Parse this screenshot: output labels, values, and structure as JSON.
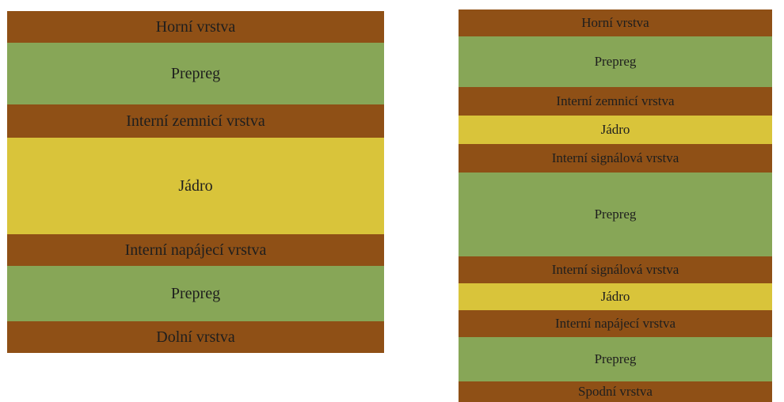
{
  "colors": {
    "copper": "#8f5016",
    "prepreg": "#87a657",
    "core": "#d9c43a"
  },
  "left_stack": {
    "layers": [
      {
        "label": "Horní vrstva",
        "material": "copper"
      },
      {
        "label": "Prepreg",
        "material": "prepreg"
      },
      {
        "label": "Interní zemnicí vrstva",
        "material": "copper"
      },
      {
        "label": "Jádro",
        "material": "core"
      },
      {
        "label": "Interní napájecí vrstva",
        "material": "copper"
      },
      {
        "label": "Prepreg",
        "material": "prepreg"
      },
      {
        "label": "Dolní vrstva",
        "material": "copper"
      }
    ]
  },
  "right_stack": {
    "layers": [
      {
        "label": "Horní vrstva",
        "material": "copper"
      },
      {
        "label": "Prepreg",
        "material": "prepreg"
      },
      {
        "label": "Interní zemnicí vrstva",
        "material": "copper"
      },
      {
        "label": "Jádro",
        "material": "core"
      },
      {
        "label": "Interní signálová vrstva",
        "material": "copper"
      },
      {
        "label": "Prepreg",
        "material": "prepreg"
      },
      {
        "label": "Interní signálová vrstva",
        "material": "copper"
      },
      {
        "label": "Jádro",
        "material": "core"
      },
      {
        "label": "Interní napájecí vrstva",
        "material": "copper"
      },
      {
        "label": "Prepreg",
        "material": "prepreg"
      },
      {
        "label": "Spodní vrstva",
        "material": "copper"
      }
    ]
  }
}
